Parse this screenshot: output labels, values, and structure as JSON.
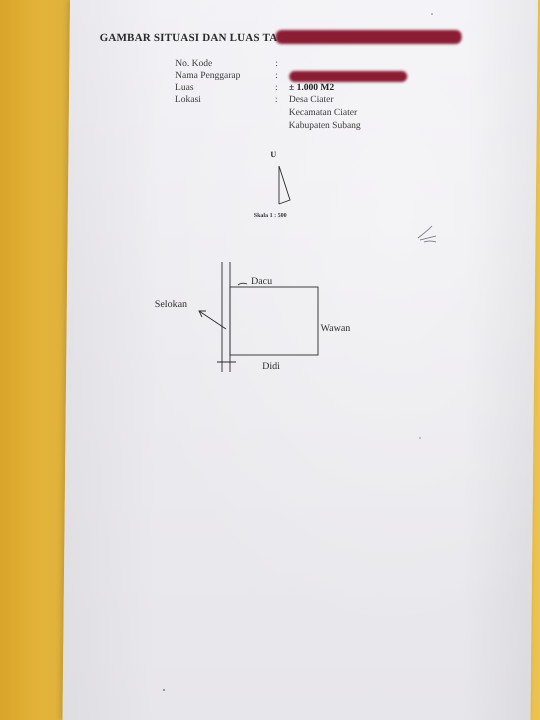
{
  "document": {
    "title": "GAMBAR SITUASI DAN LUAS TA",
    "fields": [
      {
        "label": "No. Kode",
        "colon": ":",
        "value": ""
      },
      {
        "label": "Nama Penggarap",
        "colon": ":",
        "value": ""
      },
      {
        "label": "Luas",
        "colon": ":",
        "value": "± 1.000  M2"
      },
      {
        "label": "Lokasi",
        "colon": ":",
        "value": "Desa Ciater"
      }
    ],
    "location_lines": [
      "Kecamatan Ciater",
      "Kabupaten Subang"
    ],
    "north_label": "U",
    "scale_text": "Skala 1 : 500"
  },
  "sketch": {
    "top_neighbor": "Dacu",
    "left_feature": "Selokan",
    "right_neighbor": "Wawan",
    "bottom_neighbor": "Didi"
  },
  "colors": {
    "background": "#e7b73c",
    "paper": "#efeef2",
    "ink": "#2a2a2a",
    "redaction": "#8a1c33"
  }
}
